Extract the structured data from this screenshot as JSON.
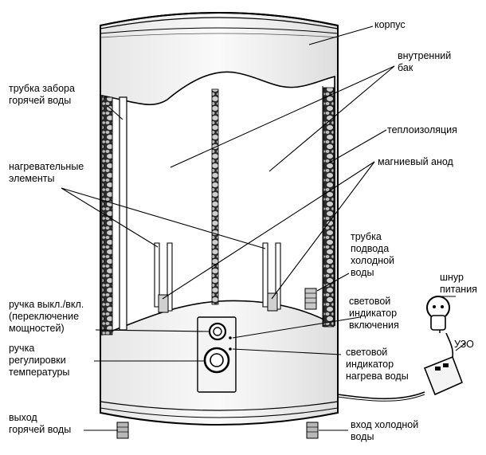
{
  "labels": {
    "korpus": "корпус",
    "inner_tank": "внутренний\nбак",
    "insulation": "теплоизоляция",
    "anode": "магниевый анод",
    "cold_pipe": "трубка\nподвода\nхолодной\nводы",
    "power_cord": "шнур\nпитания",
    "rcd": "УЗО",
    "hot_pipe": "трубка забора\nгорячей воды",
    "heaters": "нагревательные\nэлементы",
    "switch_knob": "ручка выкл./вкл.\n(переключение\nмощностей)",
    "temp_knob": "ручка\nрегулировки\nтемпературы",
    "power_led": "световой\nиндикатор\nвключения",
    "heat_led": "световой\nиндикатор\nнагрева воды",
    "hot_out": "выход\nгорячей воды",
    "cold_in": "вход холодной\nводы"
  }
}
